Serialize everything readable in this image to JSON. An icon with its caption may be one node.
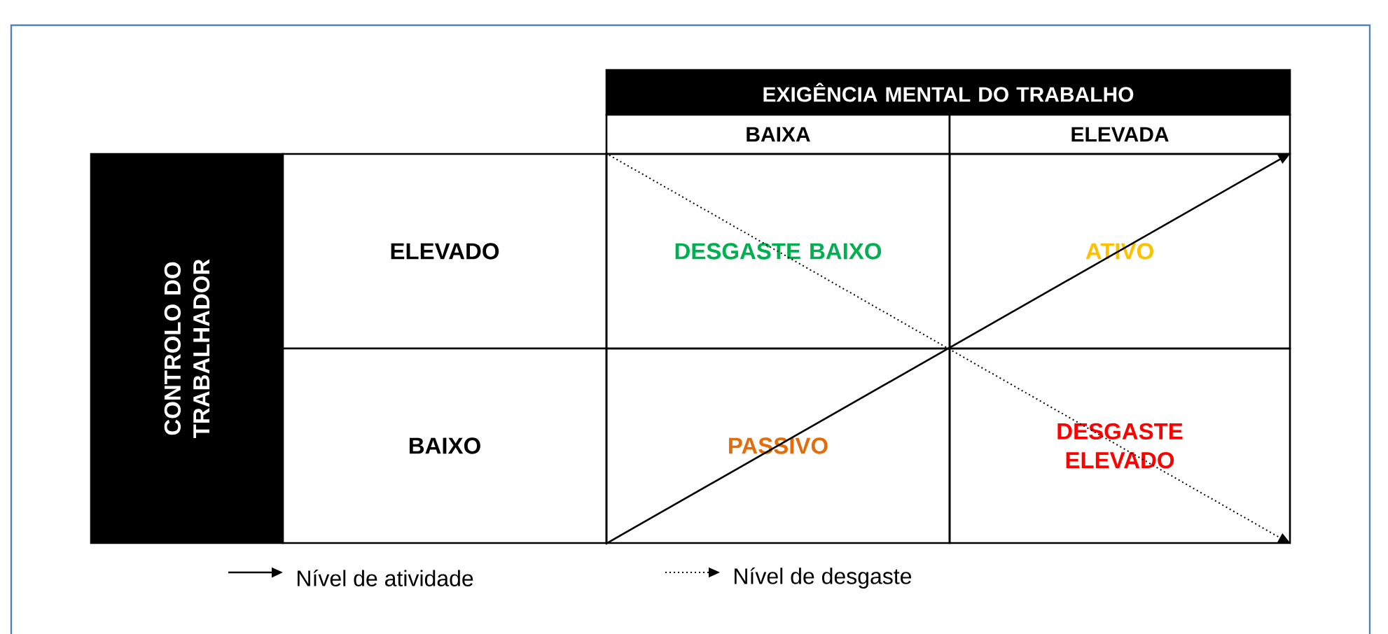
{
  "diagram": {
    "nodes": [
      {
        "text": [
          "EXIGÊNCIA MENTAL DO TRABALHO"
        ]
      },
      {
        "text": [
          "BAIXA"
        ]
      },
      {
        "text": [
          "ELEVADA"
        ]
      },
      {
        "text": [
          "CONTROLO DO TRABALHADOR"
        ]
      },
      {
        "text": [
          "ELEVADO"
        ]
      },
      {
        "text": [
          "BAIXO"
        ]
      },
      {
        "text": [
          "DESGASTE BAIXO"
        ]
      },
      {
        "text": [
          "ATIVO"
        ]
      },
      {
        "text": [
          "PASSIVO"
        ]
      },
      {
        "text": [
          "DESGASTE ELEVADO"
        ]
      }
    ],
    "edges": [
      {
        "from": 8,
        "to": 7,
        "arrow": "to"
      },
      {
        "from": 6,
        "to": 9,
        "arrow": "to",
        "style": "dashed"
      }
    ],
    "legend": [
      {
        "text": "Nível de atividade"
      },
      {
        "text": "Nível de desgaste"
      }
    ]
  }
}
